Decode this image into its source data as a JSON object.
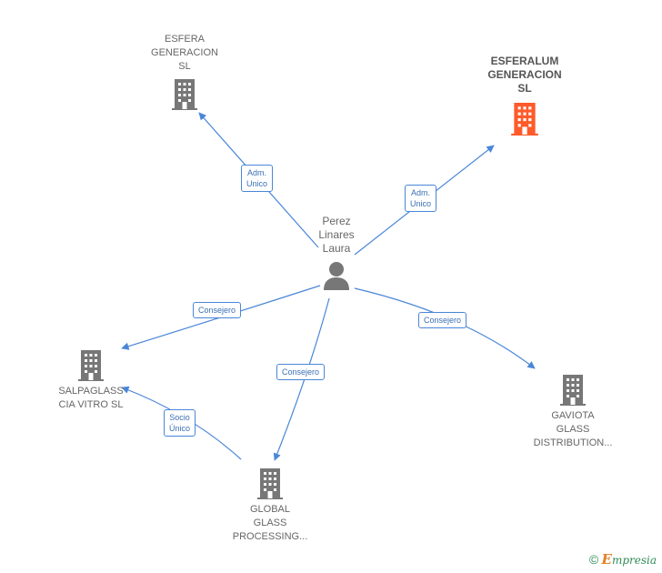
{
  "colors": {
    "edge": "#4a86d8",
    "building": "#777777",
    "building_highlight": "#ff5a2a",
    "person": "#777777"
  },
  "person": {
    "name": "Perez\nLinares\nLaura",
    "icon": "person-icon"
  },
  "companies": {
    "esfera": {
      "name": "ESFERA\nGENERACION\nSL",
      "icon": "building-icon"
    },
    "esferalum": {
      "name": "ESFERALUM\nGENERACION\nSL",
      "icon": "building-icon"
    },
    "salpaglass": {
      "name": "SALPAGLASS\nCIA VITRO SL",
      "icon": "building-icon"
    },
    "gaviota": {
      "name": "GAVIOTA\nGLASS\nDISTRIBUTION...",
      "icon": "building-icon"
    },
    "global": {
      "name": "GLOBAL\nGLASS\nPROCESSING...",
      "icon": "building-icon"
    }
  },
  "edges": {
    "esfera": "Adm.\nUnico",
    "esferalum": "Adm.\nUnico",
    "salpaglass": "Consejero",
    "global": "Consejero",
    "gaviota": "Consejero",
    "socio": "Socio\nÚnico"
  },
  "footer": {
    "copyright": "©",
    "brand_first": "E",
    "brand_rest": "mpresia"
  }
}
